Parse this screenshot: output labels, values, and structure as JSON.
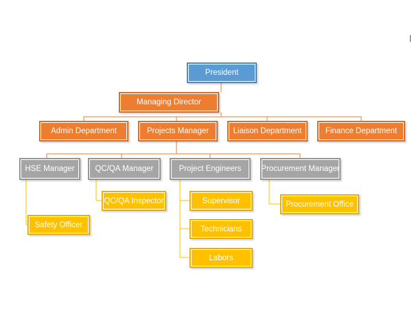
{
  "colors": {
    "president": "#5b9bd5",
    "management": "#ed7d31",
    "section_heads": "#a5a5a5",
    "staff": "#ffc000",
    "connectors": "#ed7d31"
  },
  "org": {
    "president": "President",
    "managing_director": "Managing Director",
    "departments": [
      "Admin Department",
      "Projects Manager",
      "Liaison Department",
      "Finance Department"
    ],
    "managers": [
      "HSE Manager",
      "QC/QA Manager",
      "Project Engineers",
      "Procurement Manager"
    ],
    "staff": {
      "hse": "Safety Officer",
      "qcqa": "QC/QA Inspector",
      "engineers": [
        "Supervisor",
        "Technicians",
        "Labors"
      ],
      "procurement": "Procurement Office"
    }
  }
}
